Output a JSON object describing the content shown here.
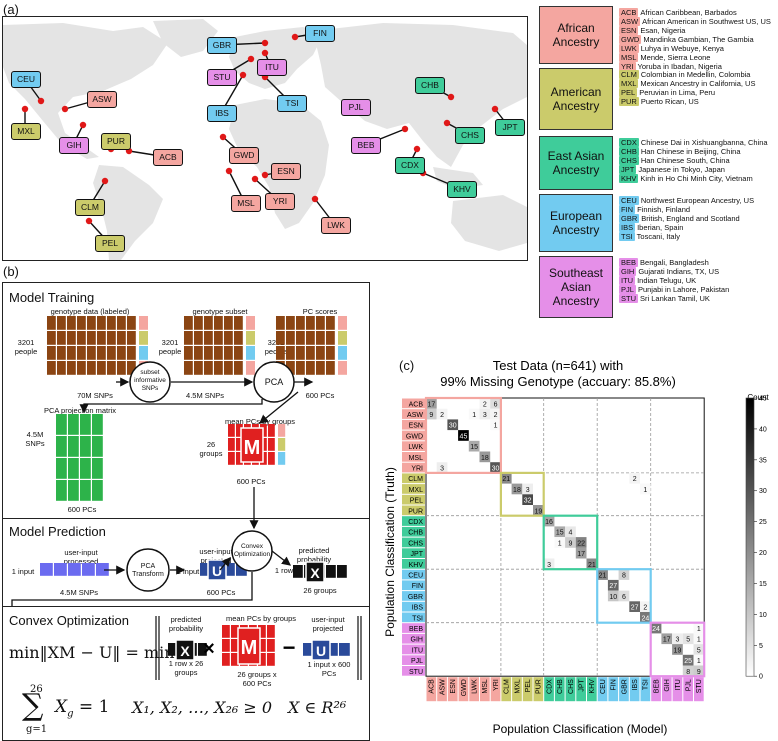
{
  "panels": {
    "a": "(a)",
    "b": "(b)",
    "c": "(c)"
  },
  "colors": {
    "african": "#f4a6a0",
    "american": "#cbcb6b",
    "east_asian": "#3fcc9a",
    "european": "#72cbf0",
    "south_asian": "#e58fe8",
    "snp": "#8b4513",
    "proj": "#2db34a",
    "mean": "#e02020",
    "user": "#6b6bf0",
    "userproj": "#2a4a9a"
  },
  "map_labels": [
    {
      "code": "FIN",
      "group": "european"
    },
    {
      "code": "GBR",
      "group": "european"
    },
    {
      "code": "ITU",
      "group": "south_asian"
    },
    {
      "code": "STU",
      "group": "south_asian"
    },
    {
      "code": "IBS",
      "group": "european"
    },
    {
      "code": "TSI",
      "group": "european"
    },
    {
      "code": "CEU",
      "group": "european"
    },
    {
      "code": "ASW",
      "group": "african"
    },
    {
      "code": "MXL",
      "group": "american"
    },
    {
      "code": "GIH",
      "group": "south_asian"
    },
    {
      "code": "PUR",
      "group": "american"
    },
    {
      "code": "ACB",
      "group": "african"
    },
    {
      "code": "CLM",
      "group": "american"
    },
    {
      "code": "PEL",
      "group": "american"
    },
    {
      "code": "GWD",
      "group": "african"
    },
    {
      "code": "MSL",
      "group": "african"
    },
    {
      "code": "ESN",
      "group": "african"
    },
    {
      "code": "YRI",
      "group": "african"
    },
    {
      "code": "LWK",
      "group": "african"
    },
    {
      "code": "PJL",
      "group": "south_asian"
    },
    {
      "code": "BEB",
      "group": "south_asian"
    },
    {
      "code": "CDX",
      "group": "east_asian"
    },
    {
      "code": "CHB",
      "group": "east_asian"
    },
    {
      "code": "CHS",
      "group": "east_asian"
    },
    {
      "code": "JPT",
      "group": "east_asian"
    },
    {
      "code": "KHV",
      "group": "east_asian"
    }
  ],
  "legend": [
    {
      "title": "African Ancestry",
      "group": "african",
      "items": [
        [
          "ACB",
          "African Caribbean, Barbados"
        ],
        [
          "ASW",
          "African American in Southwest US, US"
        ],
        [
          "ESN",
          "Esan, Nigeria"
        ],
        [
          "GWD",
          "Mandinka Gambian, The Gambia"
        ],
        [
          "LWK",
          "Luhya in Webuye, Kenya"
        ],
        [
          "MSL",
          "Mende, Sierra Leone"
        ],
        [
          "YRI",
          "Yoruba in Ibadan, Nigeria"
        ]
      ]
    },
    {
      "title": "American Ancestry",
      "group": "american",
      "items": [
        [
          "CLM",
          "Colombian in Medellin, Colombia"
        ],
        [
          "MXL",
          "Mexican Ancestry in California, US"
        ],
        [
          "PEL",
          "Peruvian in Lima, Peru"
        ],
        [
          "PUR",
          "Puerto Rican, US"
        ]
      ]
    },
    {
      "title": "East Asian Ancestry",
      "group": "east_asian",
      "items": [
        [
          "CDX",
          "Chinese Dai in Xishuangbanna, China"
        ],
        [
          "CHB",
          "Han Chinese in Beijing, China"
        ],
        [
          "CHS",
          "Han Chinese South, China"
        ],
        [
          "JPT",
          "Japanese in Tokyo, Japan"
        ],
        [
          "KHV",
          "Kinh in Ho Chi Minh City, Vietnam"
        ]
      ]
    },
    {
      "title": "European Ancestry",
      "group": "european",
      "items": [
        [
          "CEU",
          "Northwest European Ancestry, US"
        ],
        [
          "FIN",
          "Finnish, Finland"
        ],
        [
          "GBR",
          "British, England and Scotland"
        ],
        [
          "IBS",
          "Iberian, Spain"
        ],
        [
          "TSI",
          "Toscani, Italy"
        ]
      ]
    },
    {
      "title": "Southeast Asian Ancestry",
      "group": "south_asian",
      "items": [
        [
          "BEB",
          "Bengali, Bangladesh"
        ],
        [
          "GIH",
          "Gujarati Indians, TX, US"
        ],
        [
          "ITU",
          "Indian Telugu, UK"
        ],
        [
          "PJL",
          "Punjabi in Lahore, Pakistan"
        ],
        [
          "STU",
          "Sri Lankan Tamil, UK"
        ]
      ]
    }
  ],
  "training": {
    "title": "Model Training",
    "geno_labeled": "genotype data (labeled)",
    "geno_subset": "genotype subset",
    "pc_scores": "PC scores",
    "people": "3201 people",
    "snps70": "70M SNPs",
    "subset_circle": "subset informative SNPs",
    "snps45": "4.5M SNPs",
    "pca": "PCA",
    "pcs600": "600 PCs",
    "proj_matrix": "PCA projection matrix",
    "proj_rows": "4.5M SNPs",
    "proj_cols": "600 PCs",
    "mean_title": "mean PCs by groups",
    "mean_rows": "26 groups",
    "mean_cols": "600 PCs",
    "mean_letter": "M"
  },
  "prediction": {
    "title": "Model Prediction",
    "user_processed": "user-input processed",
    "one_input": "1 input",
    "snps45": "4.5M SNPs",
    "pca_transform": "PCA Transform",
    "user_projected": "user-input projected",
    "pcs600": "600 PCs",
    "convex": "Convex Optimization",
    "pred_prob": "predicted probability",
    "one_row": "1 row",
    "groups26": "26 groups",
    "u_letter": "U",
    "x_letter": "X"
  },
  "convex": {
    "title": "Convex Optimization",
    "formula_left": "min‖XM − U‖ = min",
    "pred_prob": "predicted probability",
    "pred_dims": "1 row x 26 groups",
    "mean_title": "mean PCs by groups",
    "mean_dims": "26 groups x 600 PCs",
    "user_proj": "user-input projected",
    "user_dims": "1 input x 600 PCs",
    "sum_top": "26",
    "sum_bottom": "g=1",
    "sum_term": "X",
    "sum_sub": "g",
    "sum_eq": "= 1",
    "nonneg": "X₁, X₂, …, X₂₆ ≥ 0",
    "domain": "X ∈ R²⁶"
  },
  "chart_data": {
    "type": "heatmap",
    "title": "Test Data (n=641) with",
    "subtitle": "99% Missing Genotype (accuary: 85.8%)",
    "xlabel": "Population Classification (Model)",
    "ylabel": "Population Classification (Truth)",
    "colorbar_label": "Count",
    "colorbar_range": [
      0,
      45
    ],
    "colorbar_ticks": [
      0,
      5,
      10,
      15,
      20,
      25,
      30,
      35,
      40,
      45
    ],
    "categories": [
      "ACB",
      "ASW",
      "ESN",
      "GWD",
      "LWK",
      "MSL",
      "YRI",
      "CLM",
      "MXL",
      "PEL",
      "PUR",
      "CDX",
      "CHB",
      "CHS",
      "JPT",
      "KHV",
      "CEU",
      "FIN",
      "GBR",
      "IBS",
      "TSI",
      "BEB",
      "GIH",
      "ITU",
      "PJL",
      "STU"
    ],
    "groups": [
      "african",
      "african",
      "african",
      "african",
      "african",
      "african",
      "african",
      "american",
      "american",
      "american",
      "american",
      "east_asian",
      "east_asian",
      "east_asian",
      "east_asian",
      "east_asian",
      "european",
      "european",
      "european",
      "european",
      "european",
      "south_asian",
      "south_asian",
      "south_asian",
      "south_asian",
      "south_asian"
    ],
    "group_blocks": [
      [
        0,
        6,
        "african"
      ],
      [
        7,
        10,
        "american"
      ],
      [
        11,
        15,
        "east_asian"
      ],
      [
        16,
        20,
        "european"
      ],
      [
        21,
        25,
        "south_asian"
      ]
    ],
    "cells": [
      [
        0,
        0,
        17
      ],
      [
        0,
        5,
        2
      ],
      [
        0,
        6,
        6
      ],
      [
        1,
        0,
        9
      ],
      [
        1,
        1,
        2
      ],
      [
        1,
        4,
        1
      ],
      [
        1,
        5,
        3
      ],
      [
        1,
        6,
        2
      ],
      [
        2,
        2,
        30
      ],
      [
        2,
        6,
        1
      ],
      [
        3,
        3,
        45
      ],
      [
        4,
        4,
        15
      ],
      [
        5,
        5,
        18
      ],
      [
        6,
        1,
        3
      ],
      [
        6,
        6,
        30
      ],
      [
        7,
        7,
        21
      ],
      [
        7,
        19,
        2
      ],
      [
        8,
        8,
        18
      ],
      [
        8,
        9,
        3
      ],
      [
        8,
        20,
        1
      ],
      [
        9,
        9,
        32
      ],
      [
        10,
        10,
        19
      ],
      [
        11,
        11,
        16
      ],
      [
        12,
        12,
        15
      ],
      [
        12,
        13,
        4
      ],
      [
        13,
        12,
        1
      ],
      [
        13,
        13,
        9
      ],
      [
        13,
        14,
        22
      ],
      [
        14,
        14,
        17
      ],
      [
        15,
        11,
        3
      ],
      [
        15,
        15,
        21
      ],
      [
        16,
        16,
        21
      ],
      [
        16,
        18,
        8
      ],
      [
        17,
        17,
        27
      ],
      [
        18,
        17,
        10
      ],
      [
        18,
        18,
        6
      ],
      [
        19,
        19,
        27
      ],
      [
        19,
        20,
        2
      ],
      [
        20,
        20,
        24
      ],
      [
        21,
        21,
        24
      ],
      [
        21,
        25,
        1
      ],
      [
        22,
        22,
        17
      ],
      [
        22,
        23,
        3
      ],
      [
        22,
        24,
        5
      ],
      [
        22,
        25,
        1
      ],
      [
        23,
        23,
        19
      ],
      [
        23,
        25,
        5
      ],
      [
        24,
        24,
        25
      ],
      [
        24,
        25,
        1
      ],
      [
        25,
        24,
        8
      ],
      [
        25,
        25,
        9
      ]
    ]
  }
}
